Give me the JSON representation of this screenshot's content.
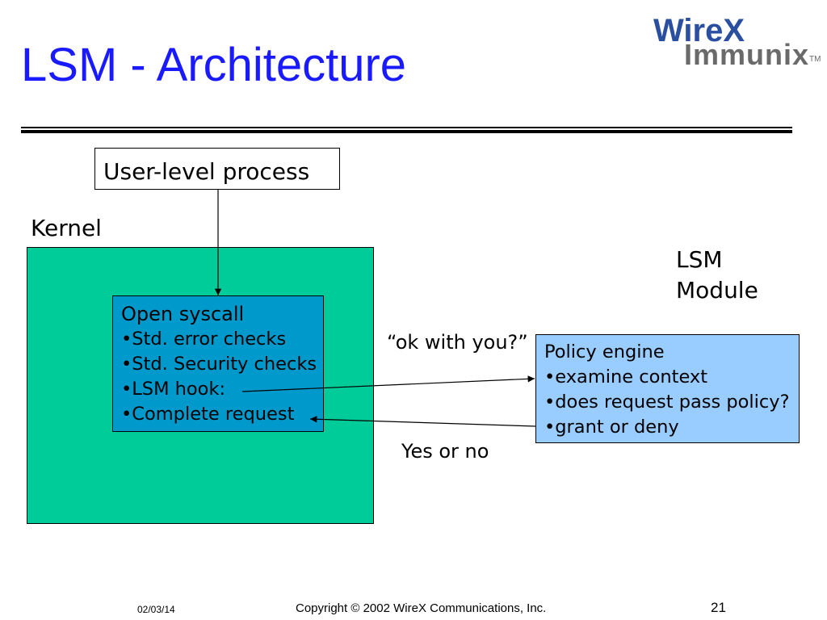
{
  "slide": {
    "title": "LSM - Architecture",
    "logo": {
      "top": "WireX",
      "bottom": "Immunix",
      "tm": "TM"
    }
  },
  "diagram": {
    "user_process": "User-level process",
    "kernel_label": "Kernel",
    "syscall": {
      "heading": "Open syscall",
      "items": [
        "•Std. error checks",
        "•Std. Security checks",
        "•LSM hook:",
        "•Complete request"
      ]
    },
    "lsm_label_line1": "LSM",
    "lsm_label_line2": "Module",
    "policy": {
      "heading": "Policy engine",
      "items": [
        "•examine context",
        "•does request pass policy?",
        "•grant or deny"
      ]
    },
    "query_label": "“ok with you?”",
    "reply_label": "Yes or no"
  },
  "footer": {
    "date": "02/03/14",
    "copyright": "Copyright © 2002 WireX Communications, Inc.",
    "page_number": "21"
  },
  "colors": {
    "title": "#1a1aff",
    "kernel": "#00cc99",
    "syscall": "#0099cc",
    "policy": "#99ccff"
  }
}
